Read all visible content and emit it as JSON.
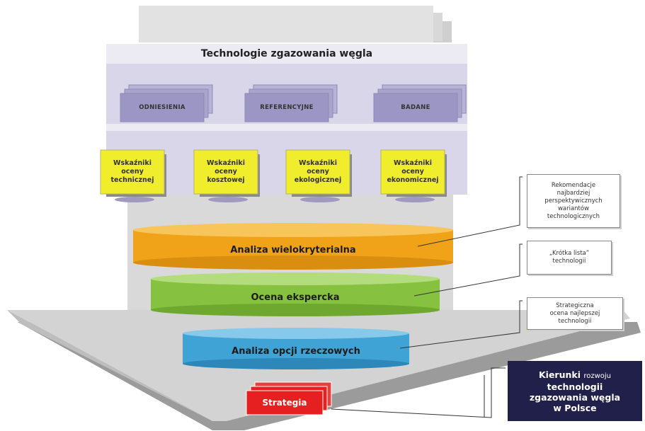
{
  "title": "Technologie zgazowania węgla",
  "documents": [
    {
      "label": "ODNIESIENIA"
    },
    {
      "label": "REFERENCYJNE"
    },
    {
      "label": "BADANE"
    }
  ],
  "indicators": [
    {
      "label": "Wskaźniki\noceny\ntechnicznej"
    },
    {
      "label": "Wskaźniki\noceny\nkosztowej"
    },
    {
      "label": "Wskaźniki\noceny\nekologicznej"
    },
    {
      "label": "Wskaźniki\noceny\nekonomicznej"
    }
  ],
  "stages": [
    {
      "label": "Analiza wielokryterialna",
      "color": "#f2a81e"
    },
    {
      "label": "Ocena ekspercka",
      "color": "#8cc63f"
    },
    {
      "label": "Analiza opcji rzeczowych",
      "color": "#4aa9d8"
    }
  ],
  "notes": [
    {
      "text": "Rekomendacje\nnajbardziej\nperspektywicznych\nwariantów\ntechnologicznych"
    },
    {
      "text": "„Krótka lista”\ntechnologii"
    },
    {
      "text": "Strategiczna\nocena najlepszej\ntechnologii"
    }
  ],
  "strategy": {
    "label": "Strategia",
    "color": "#e62020"
  },
  "result": {
    "line1_bold": "Kierunki",
    "line1_light": "rozwoju",
    "line2": "technologii",
    "line3": "zgazowania węgla",
    "line4": "w Polsce",
    "color": "#20204a"
  }
}
